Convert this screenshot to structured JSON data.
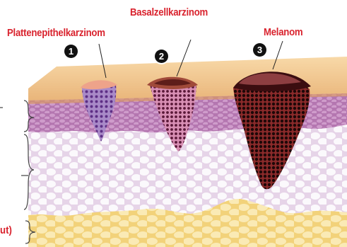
{
  "labels": [
    {
      "number": "1",
      "name": "Plattenepithelkarzinom"
    },
    {
      "number": "2",
      "name": "Basalzellkarzinom"
    },
    {
      "number": "3",
      "name": "Melanom"
    }
  ],
  "side_label_fragment": "ut)",
  "colors": {
    "label": "#d9232e",
    "epidermis_top": "#f3c98e",
    "epidermis_layer": "#b97ab4",
    "dermis": "#e8d7ea",
    "dermis_cells": "#ffffff",
    "subcutis": "#f6dc8a",
    "tumor_1": "#8a58a6",
    "tumor_2": "#b2437c",
    "tumor_3": "#5a1414"
  }
}
